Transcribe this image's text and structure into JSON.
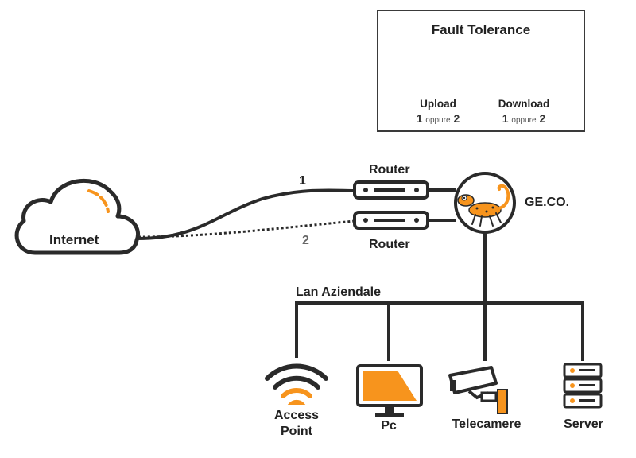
{
  "fault_tolerance": {
    "title": "Fault Tolerance",
    "upload": {
      "label": "Upload",
      "opt1": "1",
      "or": "oppure",
      "opt2": "2"
    },
    "download": {
      "label": "Download",
      "opt1": "1",
      "or": "oppure",
      "opt2": "2"
    }
  },
  "internet": {
    "label": "Internet"
  },
  "links": {
    "line1": "1",
    "line2": "2"
  },
  "routers": {
    "top_label": "Router",
    "bottom_label": "Router"
  },
  "geco": {
    "label": "GE.CO."
  },
  "lan": {
    "label": "Lan Aziendale"
  },
  "devices": {
    "access_point": {
      "line1": "Access",
      "line2": "Point"
    },
    "pc": {
      "label": "Pc"
    },
    "cameras": {
      "label": "Telecamere"
    },
    "server": {
      "label": "Server"
    }
  },
  "colors": {
    "accent": "#f7941d",
    "gray": "#8c8c8c",
    "dark": "#222222"
  }
}
